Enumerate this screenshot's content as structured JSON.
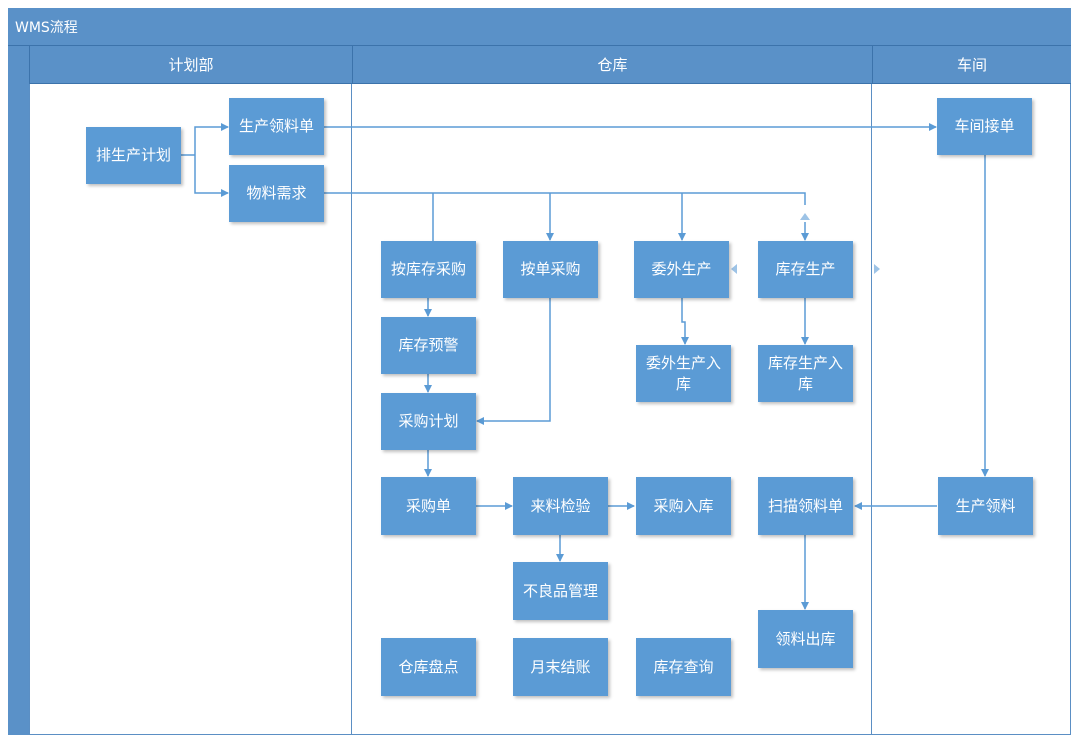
{
  "title": "WMS流程",
  "lanes": {
    "planning": "计划部",
    "warehouse": "仓库",
    "workshop": "车间"
  },
  "nodes": {
    "schedule_plan": "排生产计划",
    "production_pick_list": "生产领料单",
    "material_demand": "物料需求",
    "workshop_receive": "车间接单",
    "purchase_by_stock": "按库存采购",
    "purchase_by_order": "按单采购",
    "outsourced_production": "委外生产",
    "stock_production": "库存生产",
    "stock_warning": "库存预警",
    "outsourced_inbound": "委外生产入库",
    "stock_production_inbound": "库存生产入库",
    "purchase_plan": "采购计划",
    "purchase_order": "采购单",
    "incoming_inspection": "来料检验",
    "purchase_inbound": "采购入库",
    "scan_pick_list": "扫描领料单",
    "production_picking": "生产领料",
    "defect_management": "不良品管理",
    "pick_outbound": "领料出库",
    "stocktaking": "仓库盘点",
    "month_end_closing": "月末结账",
    "stock_query": "库存查询"
  },
  "colors": {
    "header": "#5a91c8",
    "node": "#5b9bd5",
    "line": "#5b9bd5"
  }
}
